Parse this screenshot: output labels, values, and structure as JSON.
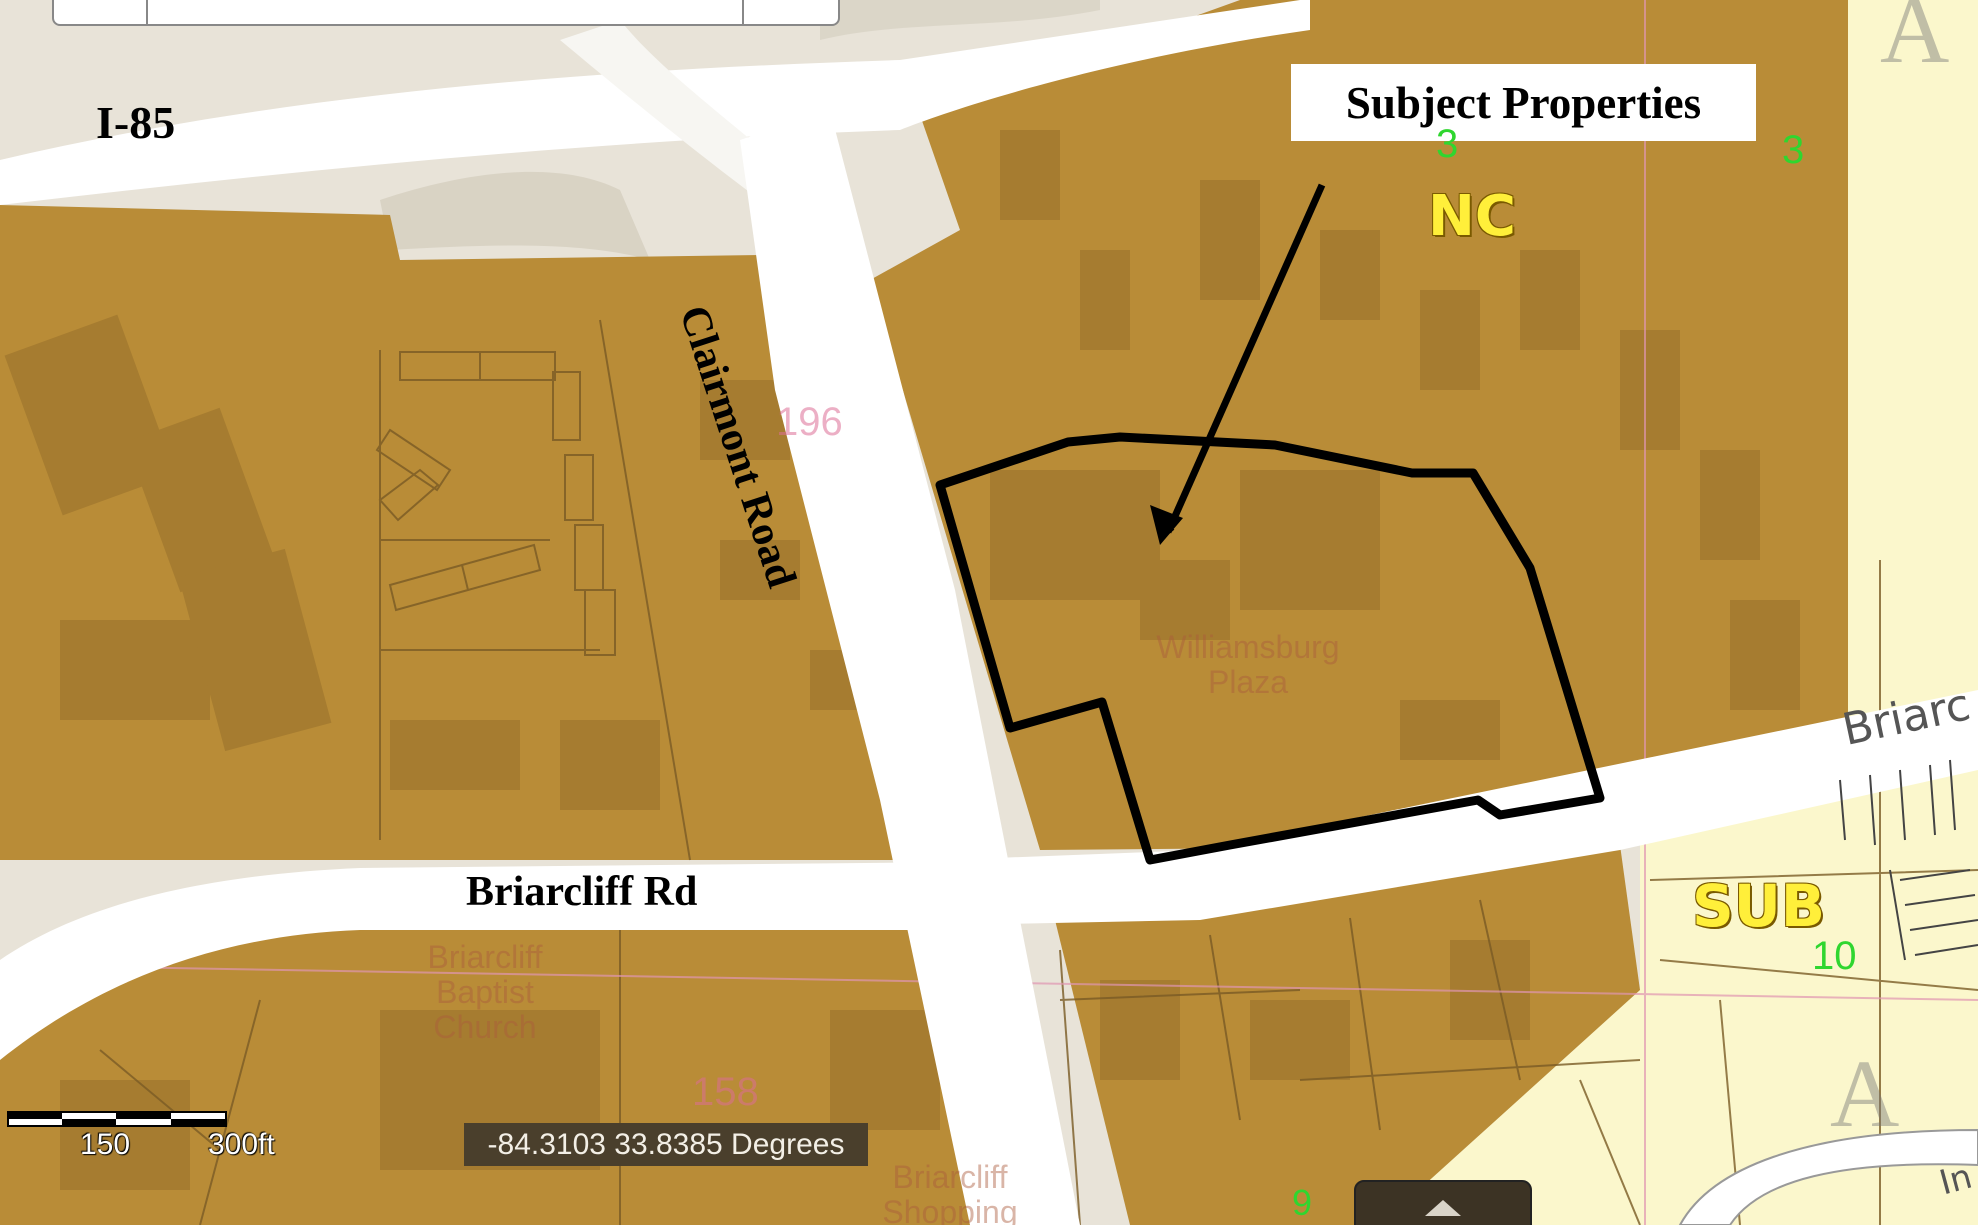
{
  "labels": {
    "highway": "I-85",
    "clairmont": "Clairmont Road",
    "briarcliff": "Briarcliff Rd",
    "briarcliff_cut": "Briarc",
    "cut_road": "In"
  },
  "callout": {
    "text": "Subject Properties"
  },
  "zones": {
    "nc": "NC",
    "sub": "SUB",
    "a_top": "A",
    "a_bottom": "A"
  },
  "numbers": {
    "n3a": "3",
    "n3b": "3",
    "n10": "10",
    "n9": "9",
    "n196": "196",
    "n158": "158"
  },
  "faint": {
    "williamsburg_line1": "Williamsburg",
    "williamsburg_line2": "Plaza",
    "church_line1": "Briarcliff",
    "church_line2": "Baptist",
    "church_line3": "Church",
    "shopping_line1": "Briarcliff",
    "shopping_line2": "Shopping"
  },
  "scale": {
    "label_150": "150",
    "label_300": "300ft"
  },
  "coordinates": {
    "text": "-84.3103 33.8385 Degrees"
  },
  "colors": {
    "parcel": "#b98c37",
    "building": "#a67c30",
    "road": "#ffffff",
    "terrain": "#e8e3d8",
    "residential": "#fbf7cc",
    "zone_label": "#ffef3a",
    "outline": "#000000"
  }
}
